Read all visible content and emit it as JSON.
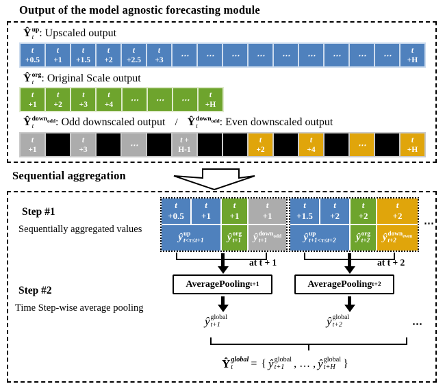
{
  "colors": {
    "blue": "#4F81BD",
    "green": "#6EA42D",
    "gold": "#E0A50B",
    "gray": "#ACACAC",
    "black": "#000000"
  },
  "header": {
    "title": "Output of the model agnostic forecasting module"
  },
  "section1": {
    "label_up": {
      "base": "Ŷ",
      "sup": "up",
      "sub": "t",
      "desc": ":  Upscaled output"
    },
    "label_org": {
      "base": "Ŷ",
      "sup": "org",
      "sub": "t",
      "desc": ":  Original Scale output"
    },
    "label_down_odd": {
      "base": "Ŷ",
      "sup": "down",
      "supsub": "odd",
      "sub": "t",
      "desc": ":  Odd downscaled output"
    },
    "slash": "/",
    "label_down_even": {
      "base": "Ŷ",
      "sup": "down",
      "supsub": "odd",
      "sub": "t",
      "desc": ":  Even downscaled output"
    },
    "row_up": [
      {
        "t": "t\n+0.5"
      },
      {
        "t": "t\n+1"
      },
      {
        "t": "t\n+1.5"
      },
      {
        "t": "t\n+2"
      },
      {
        "t": "t\n+2.5"
      },
      {
        "t": "t\n+3"
      },
      {
        "t": "⋯",
        "d": 1
      },
      {
        "t": "⋯",
        "d": 1
      },
      {
        "t": "⋯",
        "d": 1
      },
      {
        "t": "⋯",
        "d": 1
      },
      {
        "t": "⋯",
        "d": 1
      },
      {
        "t": "⋯",
        "d": 1
      },
      {
        "t": "⋯",
        "d": 1
      },
      {
        "t": "⋯",
        "d": 1
      },
      {
        "t": "⋯",
        "d": 1
      },
      {
        "t": "t\n+H"
      }
    ],
    "row_org": [
      {
        "t": "t\n+1"
      },
      {
        "t": "t\n+2"
      },
      {
        "t": "t\n+3"
      },
      {
        "t": "t\n+4"
      },
      {
        "t": "⋯",
        "d": 1
      },
      {
        "t": "⋯",
        "d": 1
      },
      {
        "t": "⋯",
        "d": 1
      },
      {
        "t": "t\n+H"
      }
    ],
    "row_down": [
      {
        "color": "gray",
        "t": "t\n+1"
      },
      {
        "color": "black"
      },
      {
        "color": "gray",
        "t": "t\n+3"
      },
      {
        "color": "black"
      },
      {
        "color": "gray",
        "t": "⋯",
        "d": 1
      },
      {
        "color": "black"
      },
      {
        "color": "gray",
        "t": "t +\nH-1"
      },
      {
        "color": "black"
      },
      {
        "color": "black"
      },
      {
        "color": "gold",
        "t": "t\n+2"
      },
      {
        "color": "black"
      },
      {
        "color": "gold",
        "t": "t\n+4"
      },
      {
        "color": "black"
      },
      {
        "color": "gold",
        "t": "⋯",
        "d": 1
      },
      {
        "color": "black"
      },
      {
        "color": "gold",
        "t": "t\n+H"
      }
    ]
  },
  "section2": {
    "heading": "Sequential aggregation",
    "step1": {
      "title": "Step #1",
      "desc": "Sequentially aggregated values"
    },
    "step2": {
      "title": "Step #2",
      "desc": "Time Step-wise average pooling"
    },
    "dots_groups": "⋯",
    "dots_out": "⋯",
    "groups": [
      {
        "top": [
          {
            "t": "t\n+0.5"
          },
          {
            "t": "t\n+1"
          },
          {
            "t": "t\n+1"
          },
          {
            "t": "t\n+1"
          }
        ],
        "bottom": [
          {
            "base": "ŷ",
            "sup": "up",
            "sub": "t<τ≤t+1"
          },
          {
            "base": "ŷ",
            "sup": "org",
            "sub": "t+1"
          },
          {
            "base": "ŷ",
            "sup": "down",
            "supsub": "odd",
            "sub": "t+1"
          }
        ],
        "at": "at t + 1",
        "pool": {
          "label": "AveragePooling",
          "sub": "t+1"
        },
        "out": {
          "base": "ŷ",
          "sup": "global",
          "sub": "t+1"
        }
      },
      {
        "top": [
          {
            "t": "t\n+1.5"
          },
          {
            "t": "t\n+2"
          },
          {
            "t": "t\n+2"
          },
          {
            "t": "t\n+2"
          }
        ],
        "bottom": [
          {
            "base": "ŷ",
            "sup": "up",
            "sub": "t+1<τ≤t+2"
          },
          {
            "base": "ŷ",
            "sup": "org",
            "sub": "t+2"
          },
          {
            "base": "ŷ",
            "sup": "down",
            "supsub": "even",
            "sub": "t+2"
          }
        ],
        "at": "at t + 2",
        "pool": {
          "label": "AveragePooling",
          "sub": "t+2"
        },
        "out": {
          "base": "ŷ",
          "sup": "global",
          "sub": "t+2"
        }
      }
    ],
    "formula": {
      "lhs": {
        "base": "Ŷ",
        "sup": "global",
        "sub": "t"
      },
      "eq": "=",
      "open": "{",
      "mid": ", … ,",
      "close": "}",
      "item1": {
        "base": "ŷ",
        "sup": "global",
        "sub": "t+1"
      },
      "item2": {
        "base": "ŷ",
        "sup": "global",
        "sub": "t+H"
      }
    }
  }
}
